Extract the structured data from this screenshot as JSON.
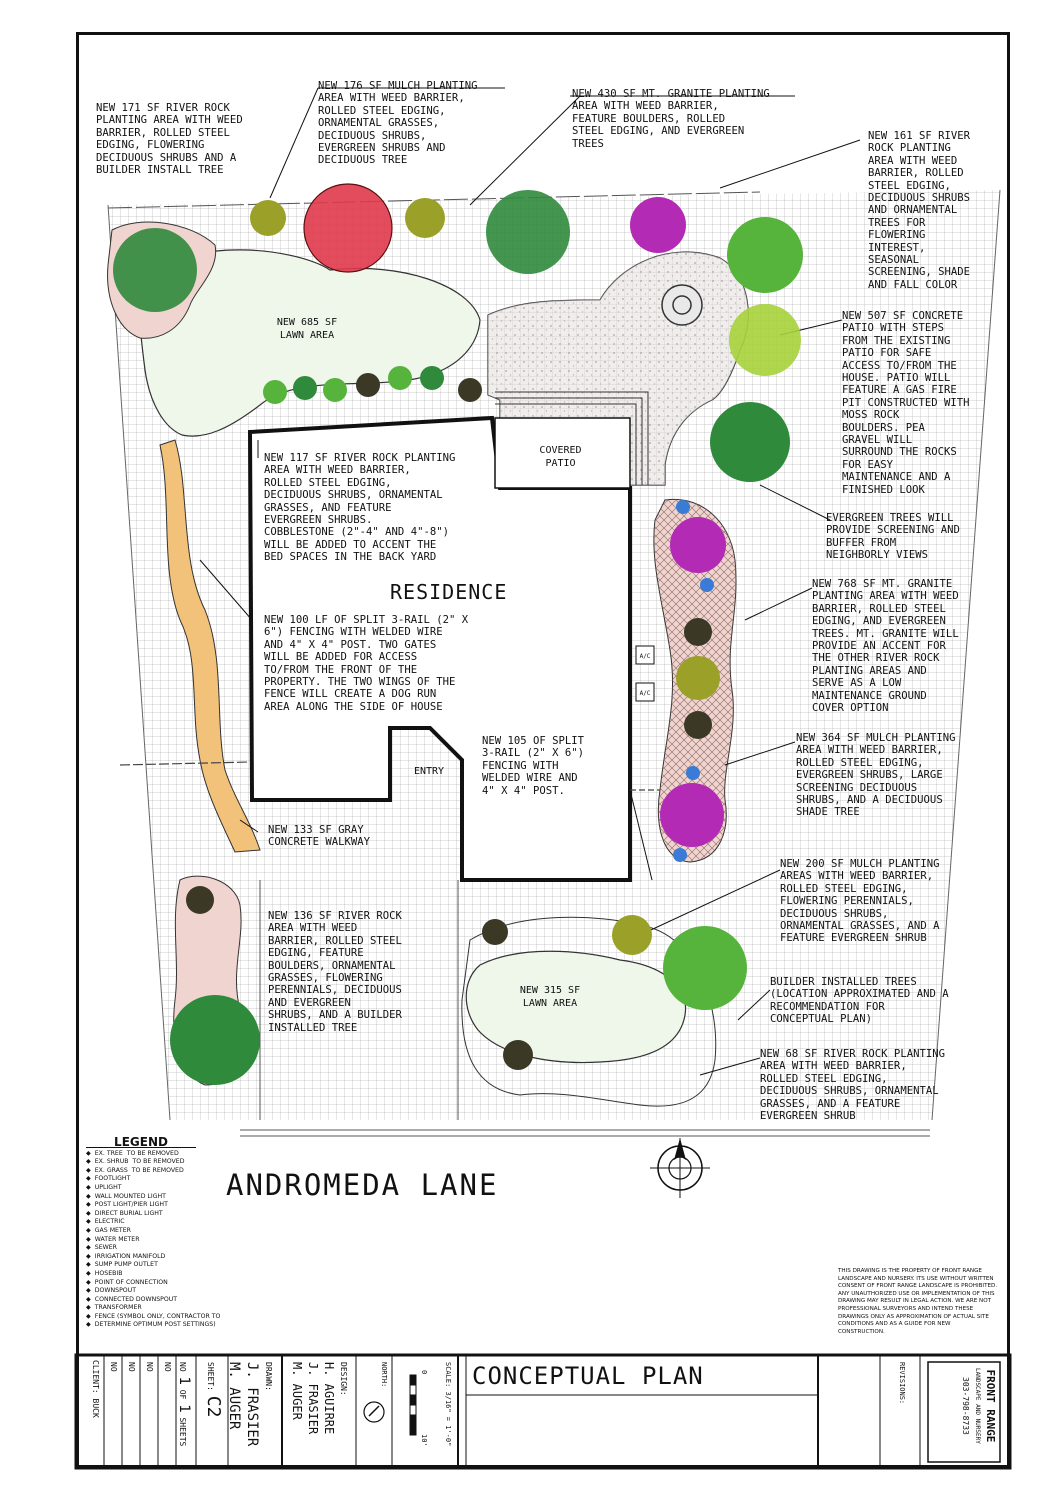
{
  "labels": {
    "lawn_back": "NEW 685 SF\nLAWN AREA",
    "covered_patio": "COVERED\nPATIO",
    "residence": "RESIDENCE",
    "entry": "ENTRY",
    "lawn_front": "NEW 315 SF\nLAWN AREA",
    "street": "ANDROMEDA LANE",
    "ac1": "A/C",
    "ac2": "A/C"
  },
  "notes": {
    "n1": "NEW 171 SF RIVER ROCK\nPLANTING AREA WITH WEED\nBARRIER, ROLLED STEEL\nEDGING, FLOWERING\nDECIDUOUS SHRUBS AND A\nBUILDER INSTALL TREE",
    "n2": "NEW 176 SF MULCH PLANTING\nAREA WITH WEED BARRIER,\nROLLED STEEL EDGING,\nORNAMENTAL GRASSES,\nDECIDUOUS SHRUBS,\nEVERGREEN SHRUBS AND\nDECIDUOUS TREE",
    "n3": "NEW 430 SF MT. GRANITE PLANTING\nAREA WITH WEED BARRIER,\nFEATURE BOULDERS, ROLLED\nSTEEL EDGING, AND EVERGREEN\nTREES",
    "n4": "NEW 161 SF RIVER\nROCK PLANTING\nAREA WITH WEED\nBARRIER, ROLLED\nSTEEL EDGING,\nDECIDUOUS SHRUBS\nAND ORNAMENTAL\nTREES FOR\nFLOWERING\nINTEREST,\nSEASONAL\nSCREENING, SHADE\nAND FALL COLOR",
    "n5": "NEW 507 SF CONCRETE\nPATIO WITH STEPS\nFROM THE EXISTING\nPATIO FOR SAFE\nACCESS TO/FROM THE\nHOUSE. PATIO WILL\nFEATURE A GAS FIRE\nPIT CONSTRUCTED WITH\nMOSS ROCK\nBOULDERS. PEA\nGRAVEL WILL\nSURROUND THE ROCKS\nFOR EASY\nMAINTENANCE AND A\nFINISHED LOOK",
    "n6": "NEW 117 SF RIVER ROCK PLANTING\nAREA WITH WEED BARRIER,\nROLLED STEEL EDGING,\nDECIDUOUS SHRUBS, ORNAMENTAL\nGRASSES, AND FEATURE\nEVERGREEN SHRUBS.\nCOBBLESTONE (2\"-4\" AND 4\"-8\")\nWILL BE ADDED TO ACCENT THE\nBED SPACES IN THE BACK YARD",
    "n7": "EVERGREEN TREES WILL\nPROVIDE SCREENING AND\nBUFFER FROM\nNEIGHBORLY VIEWS",
    "n8": "NEW 768 SF MT. GRANITE\nPLANTING AREA WITH WEED\nBARRIER, ROLLED STEEL\nEDGING, AND EVERGREEN\nTREES. MT. GRANITE WILL\nPROVIDE AN ACCENT FOR\nTHE OTHER RIVER ROCK\nPLANTING AREAS AND\nSERVE AS A LOW\nMAINTENANCE GROUND\nCOVER OPTION",
    "n9": "NEW 100 LF OF SPLIT 3-RAIL (2\" X\n6\") FENCING WITH WELDED WIRE\nAND 4\" X 4\" POST. TWO GATES\nWILL BE ADDED FOR ACCESS\nTO/FROM THE FRONT OF THE\nPROPERTY. THE TWO WINGS OF THE\nFENCE WILL CREATE A DOG RUN\nAREA ALONG THE SIDE OF HOUSE",
    "n10": "NEW 364 SF MULCH PLANTING\nAREA WITH WEED BARRIER,\nROLLED STEEL EDGING,\nEVERGREEN SHRUBS, LARGE\nSCREENING DECIDUOUS\nSHRUBS, AND A DECIDUOUS\nSHADE TREE",
    "n11": "NEW 105 OF SPLIT\n3-RAIL (2\" X 6\")\nFENCING WITH\nWELDED WIRE AND\n4\" X 4\" POST.",
    "n12": "NEW 133 SF GRAY\nCONCRETE WALKWAY",
    "n13": "NEW 200 SF MULCH PLANTING\nAREAS WITH WEED BARRIER,\nROLLED STEEL EDGING,\nFLOWERING PERENNIALS,\nDECIDUOUS SHRUBS,\nORNAMENTAL GRASSES, AND A\nFEATURE EVERGREEN SHRUB",
    "n14": "NEW 136 SF RIVER ROCK\nAREA WITH WEED\nBARRIER, ROLLED STEEL\nEDGING, FEATURE\nBOULDERS, ORNAMENTAL\nGRASSES, FLOWERING\nPERENNIALS, DECIDUOUS\nAND EVERGREEN\nSHRUBS, AND A BUILDER\nINSTALLED TREE",
    "n15": "BUILDER INSTALLED TREES\n(LOCATION APPROXIMATED AND A\nRECOMMENDATION FOR\nCONCEPTUAL PLAN)",
    "n16": "NEW 68 SF RIVER ROCK PLANTING\nAREA WITH WEED BARRIER,\nROLLED STEEL EDGING,\nDECIDUOUS SHRUBS, ORNAMENTAL\nGRASSES, AND A FEATURE\nEVERGREEN SHRUB"
  },
  "legend": {
    "title": "LEGEND",
    "items": [
      [
        "EX. TREE",
        "TO BE REMOVED"
      ],
      [
        "EX. SHRUB",
        "TO BE REMOVED"
      ],
      [
        "EX. GRASS",
        "TO BE REMOVED"
      ],
      [
        "FOOTLIGHT",
        ""
      ],
      [
        "UPLIGHT",
        ""
      ],
      [
        "WALL MOUNTED LIGHT",
        ""
      ],
      [
        "POST LIGHT/PIER LIGHT",
        ""
      ],
      [
        "DIRECT BURIAL LIGHT",
        ""
      ],
      [
        "ELECTRIC",
        ""
      ],
      [
        "GAS METER",
        ""
      ],
      [
        "WATER METER",
        ""
      ],
      [
        "SEWER",
        ""
      ],
      [
        "IRRIGATION MANIFOLD",
        ""
      ],
      [
        "SUMP PUMP OUTLET",
        ""
      ],
      [
        "HOSEBIB",
        ""
      ],
      [
        "POINT OF CONNECTION",
        ""
      ],
      [
        "DOWNSPOUT",
        ""
      ],
      [
        "CONNECTED DOWNSPOUT",
        ""
      ],
      [
        "TRANSFORMER",
        ""
      ],
      [
        "FENCE (SYMBOL ONLY, CONTRACTOR TO",
        ""
      ],
      [
        "DETERMINE OPTIMUM POST SETTINGS)",
        ""
      ]
    ]
  },
  "disclaimer": "THIS DRAWING IS THE PROPERTY OF FRONT RANGE LANDSCAPE AND NURSERY. ITS USE WITHOUT WRITTEN CONSENT OF FRONT RANGE LANDSCAPE IS PROHIBITED. ANY UNAUTHORIZED USE OR IMPLEMENTATION OF THIS DRAWING MAY RESULT IN LEGAL ACTION. WE ARE NOT PROFESSIONAL SURVEYORS AND INTEND THESE DRAWINGS ONLY AS APPROXIMATION OF ACTUAL SITE CONDITIONS AND AS A GUIDE FOR NEW CONSTRUCTION.",
  "title_block": {
    "client_label": "CLIENT:",
    "client": "BUCK",
    "no_labels": [
      "NO",
      "NO",
      "NO",
      "NO",
      "NO"
    ],
    "sheet_no": "1",
    "of_label": "OF",
    "sheets_total": "1",
    "sheets_label": "SHEETS",
    "sheet_label": "SHEET:",
    "sheet_id": "C2",
    "drawn_label": "DRAWN:",
    "drawn": [
      "J. FRASIER",
      "M. AUGER"
    ],
    "design_label": "DESIGN:",
    "design": [
      "H. AGUIRRE",
      "J. FRASIER",
      "M. AUGER"
    ],
    "north_label": "NORTH:",
    "scale_label": "SCALE:",
    "scale": "3/16\" = 1'-0\"",
    "scale_marks": [
      "0",
      "10'"
    ],
    "title": "CONCEPTUAL PLAN",
    "revisions_label": "REVISIONS:",
    "company": "FRONT RANGE",
    "company_sub": "LANDSCAPE AND NURSERY",
    "phone": "303-798-8733"
  },
  "colors": {
    "lawn": "#eef7ea",
    "granite": "#e3dfdd",
    "path": "#f2c27a",
    "evergreen": "#2f8a3c",
    "deciduous": "#56b33c",
    "magenta": "#b32bb5",
    "red": "#e0394a",
    "olive": "#9aa028"
  }
}
